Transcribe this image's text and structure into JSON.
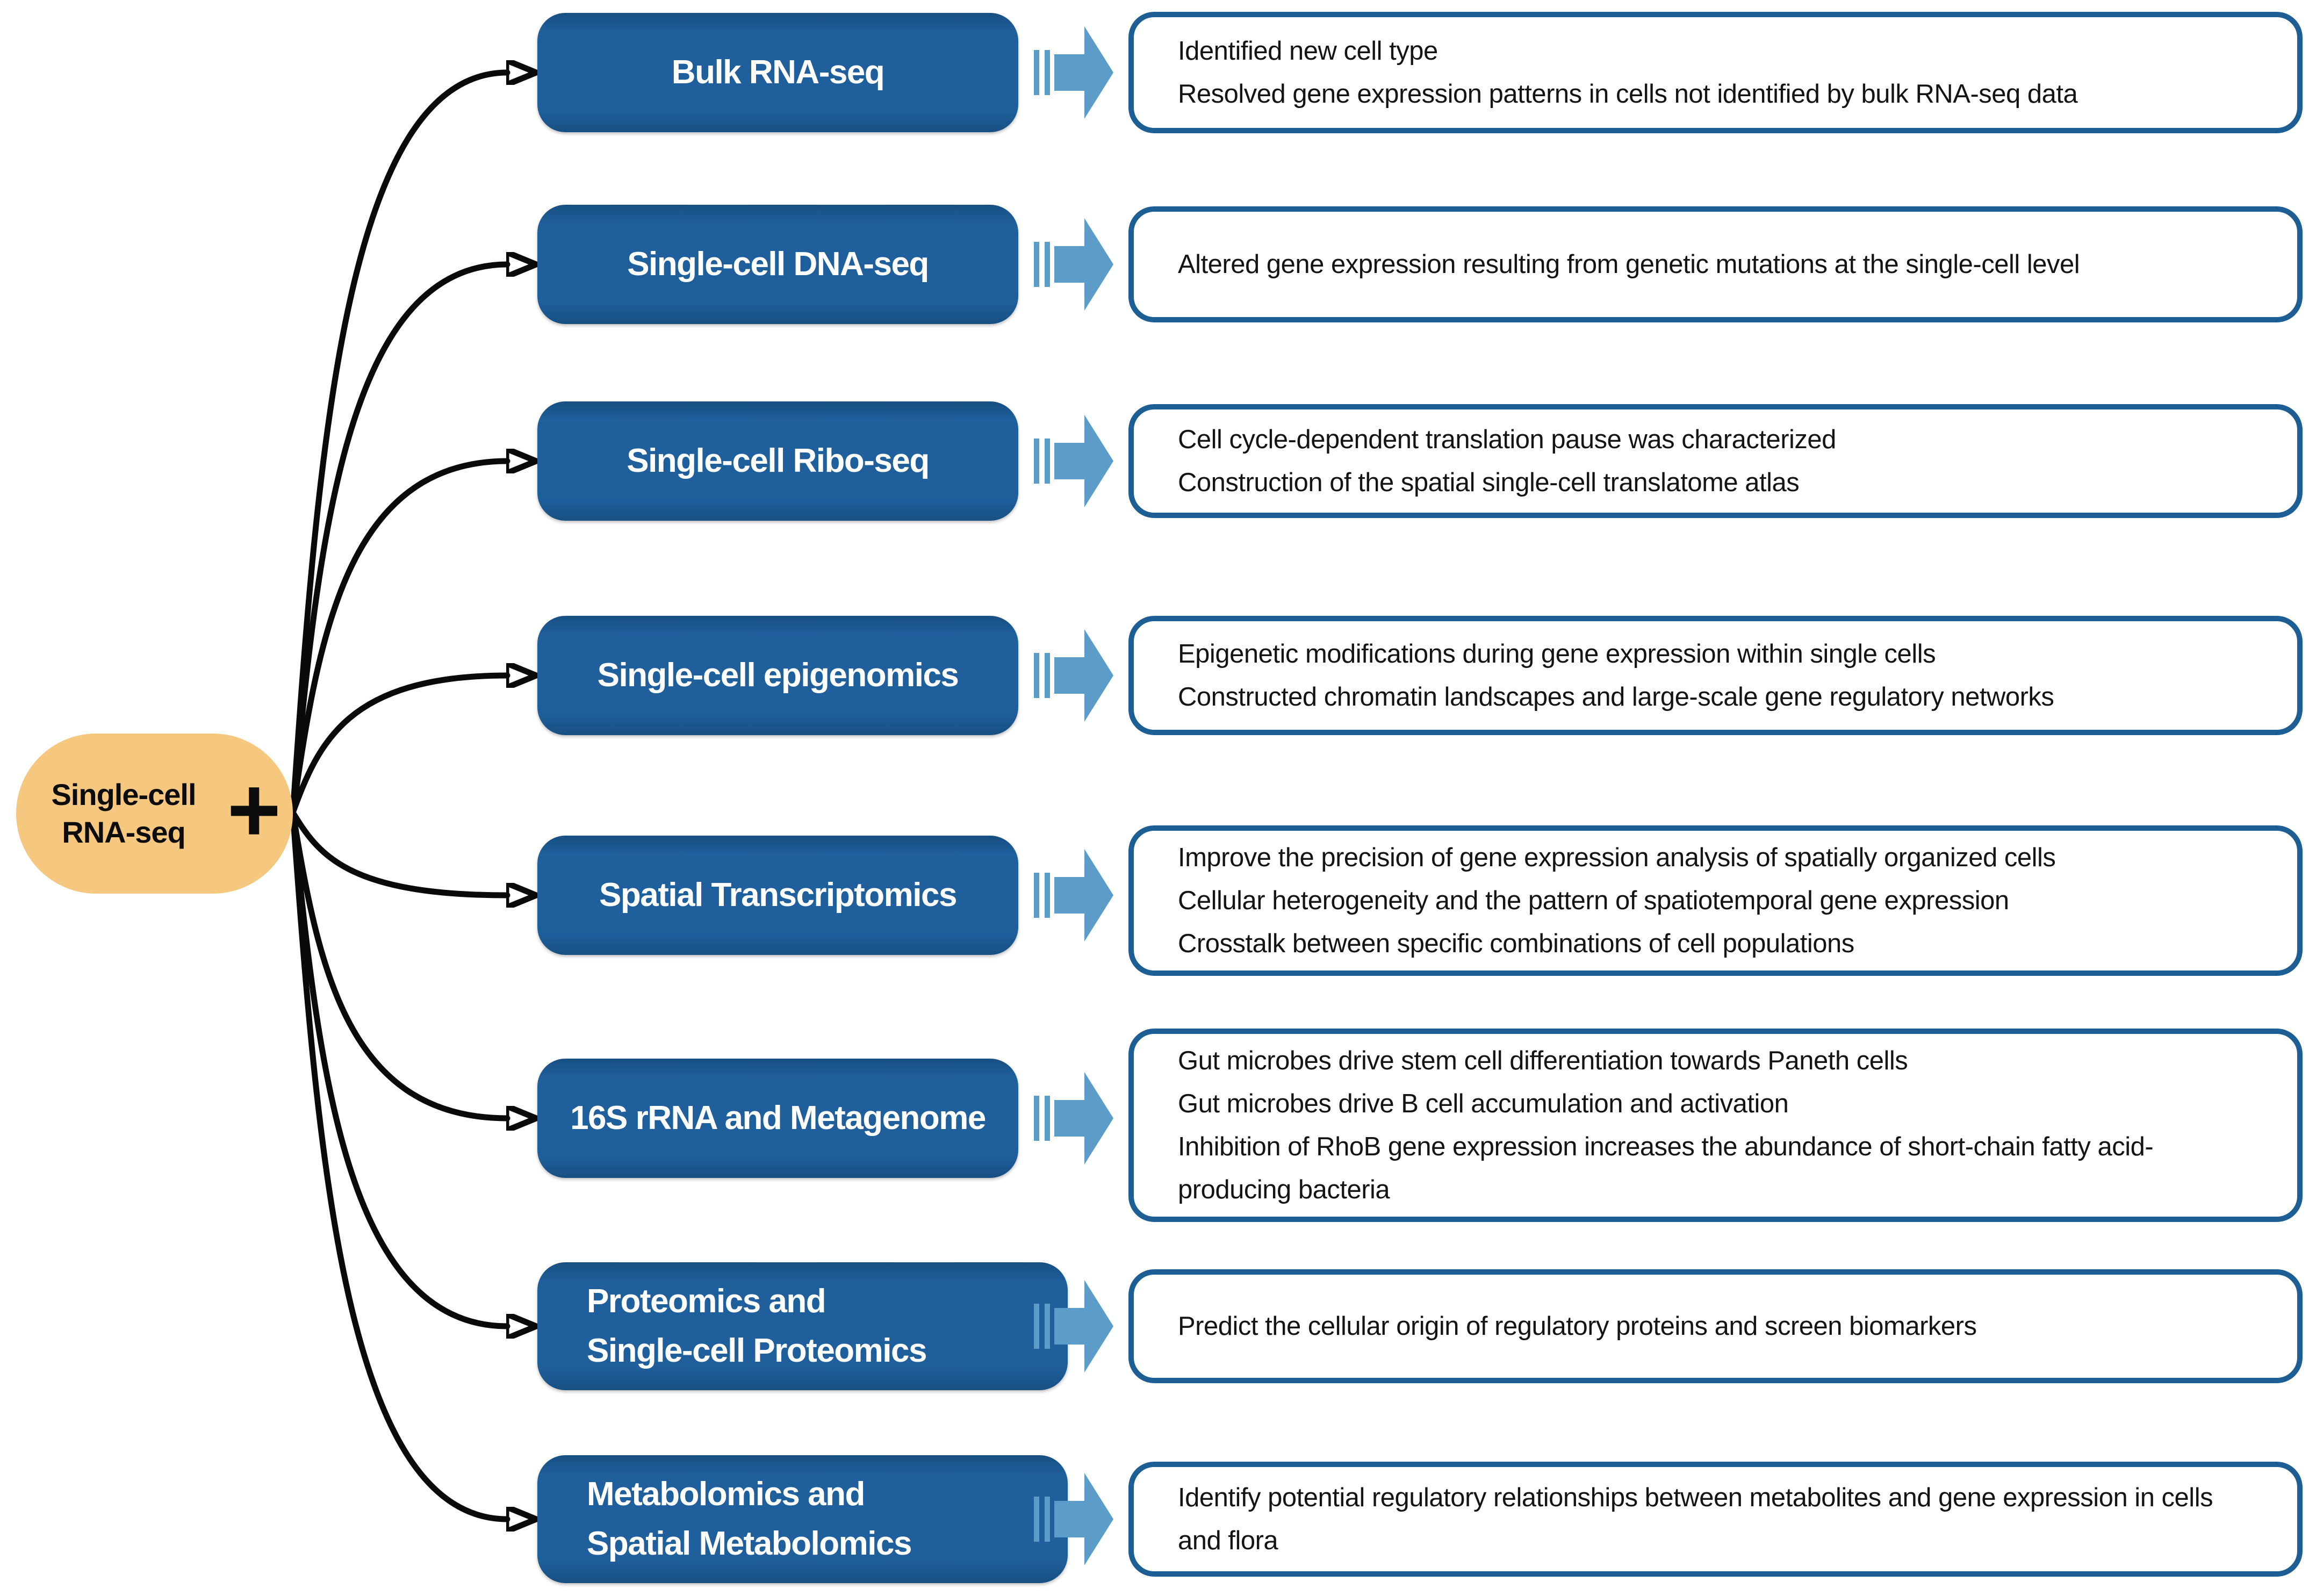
{
  "node": {
    "label_line1": "Single-cell",
    "label_line2": "RNA-seq",
    "plus": "+"
  },
  "rows": [
    {
      "method_lines": [
        "Bulk RNA-seq"
      ],
      "outcomes": [
        "Identified new cell type",
        "Resolved gene expression patterns in cells not identified by bulk RNA-seq data"
      ]
    },
    {
      "method_lines": [
        "Single-cell DNA-seq"
      ],
      "outcomes": [
        "Altered gene expression resulting from genetic mutations at the single-cell level"
      ]
    },
    {
      "method_lines": [
        "Single-cell Ribo-seq"
      ],
      "outcomes": [
        "Cell cycle-dependent translation pause was characterized",
        "Construction of the spatial single-cell translatome atlas"
      ]
    },
    {
      "method_lines": [
        "Single-cell epigenomics"
      ],
      "outcomes": [
        "Epigenetic modifications during gene expression within single cells",
        "Constructed chromatin landscapes and large-scale gene regulatory networks"
      ]
    },
    {
      "method_lines": [
        "Spatial Transcriptomics"
      ],
      "outcomes": [
        "Improve the precision of gene expression analysis of spatially organized cells",
        "Cellular heterogeneity and the pattern of spatiotemporal gene expression",
        "Crosstalk between specific combinations of cell populations"
      ]
    },
    {
      "method_lines": [
        "16S rRNA and Metagenome"
      ],
      "outcomes": [
        "Gut microbes drive stem cell differentiation towards Paneth cells",
        "Gut microbes drive B cell accumulation and activation",
        "Inhibition of RhoB gene expression increases the abundance of short-chain fatty acid-producing bacteria"
      ]
    },
    {
      "method_lines": [
        "Proteomics and",
        "Single-cell Proteomics"
      ],
      "outcomes": [
        "Predict the cellular origin of regulatory proteins and screen biomarkers"
      ]
    },
    {
      "method_lines": [
        "Metabolomics and",
        "Spatial Metabolomics"
      ],
      "outcomes": [
        "Identify potential regulatory relationships between metabolites and gene expression in cells and flora"
      ]
    }
  ],
  "colors": {
    "method_box_blue": "#1F5F9C",
    "outcome_border_blue": "#1D5E94",
    "block_arrow_blue": "#5B9DC8",
    "node_orange": "#F6C87F",
    "connector_black": "#0A0A0A"
  }
}
